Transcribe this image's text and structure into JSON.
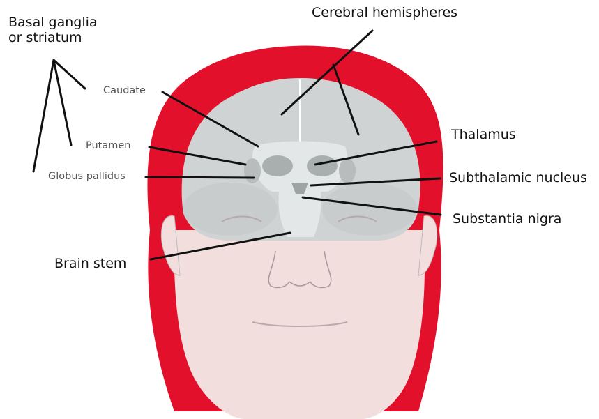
{
  "labels": {
    "basal_ganglia_line1": "Basal ganglia",
    "basal_ganglia_line2": "or striatum",
    "cerebral_hemispheres": "Cerebral hemispheres",
    "caudate": "Caudate",
    "putamen": "Putamen",
    "globus_pallidus": "Globus pallidus",
    "thalamus": "Thalamus",
    "subthalamic_nucleus": "Subthalamic nucleus",
    "substantia_nigra": "Substantia nigra",
    "brain_stem": "Brain stem"
  },
  "colors": {
    "hair": "#e3102b",
    "skin": "#f3dede",
    "brain": "#cfd3d3",
    "brain_light": "#e4e7e7",
    "lines": "#111111"
  }
}
